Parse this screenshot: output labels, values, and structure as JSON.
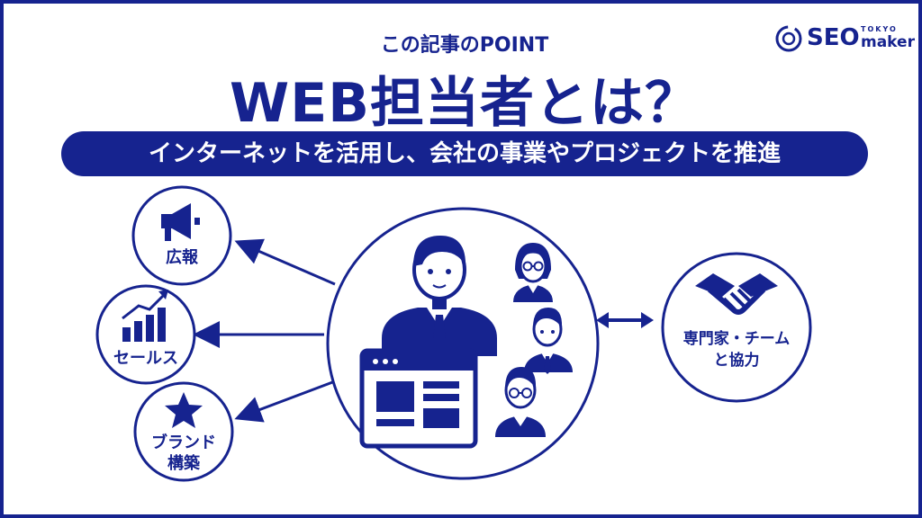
{
  "header": {
    "eyebrow": "この記事のPOINT",
    "title": "WEB担当者とは？",
    "subtitle": "インターネットを活用し、会社の事業やプロジェクトを推進"
  },
  "logo": {
    "brand": "SEO",
    "sub_top": "TOKYO",
    "sub_bottom": "maker"
  },
  "left_roles": [
    {
      "label": "広報",
      "icon": "megaphone-icon"
    },
    {
      "label": "セールス",
      "icon": "growth-chart-icon"
    },
    {
      "label_line1": "ブランド",
      "label_line2": "構築",
      "icon": "star-icon"
    }
  ],
  "right_node": {
    "label_line1": "専門家・チーム",
    "label_line2": "と協力",
    "icon": "handshake-icon"
  },
  "colors": {
    "primary": "#16238f",
    "background": "#ffffff"
  }
}
